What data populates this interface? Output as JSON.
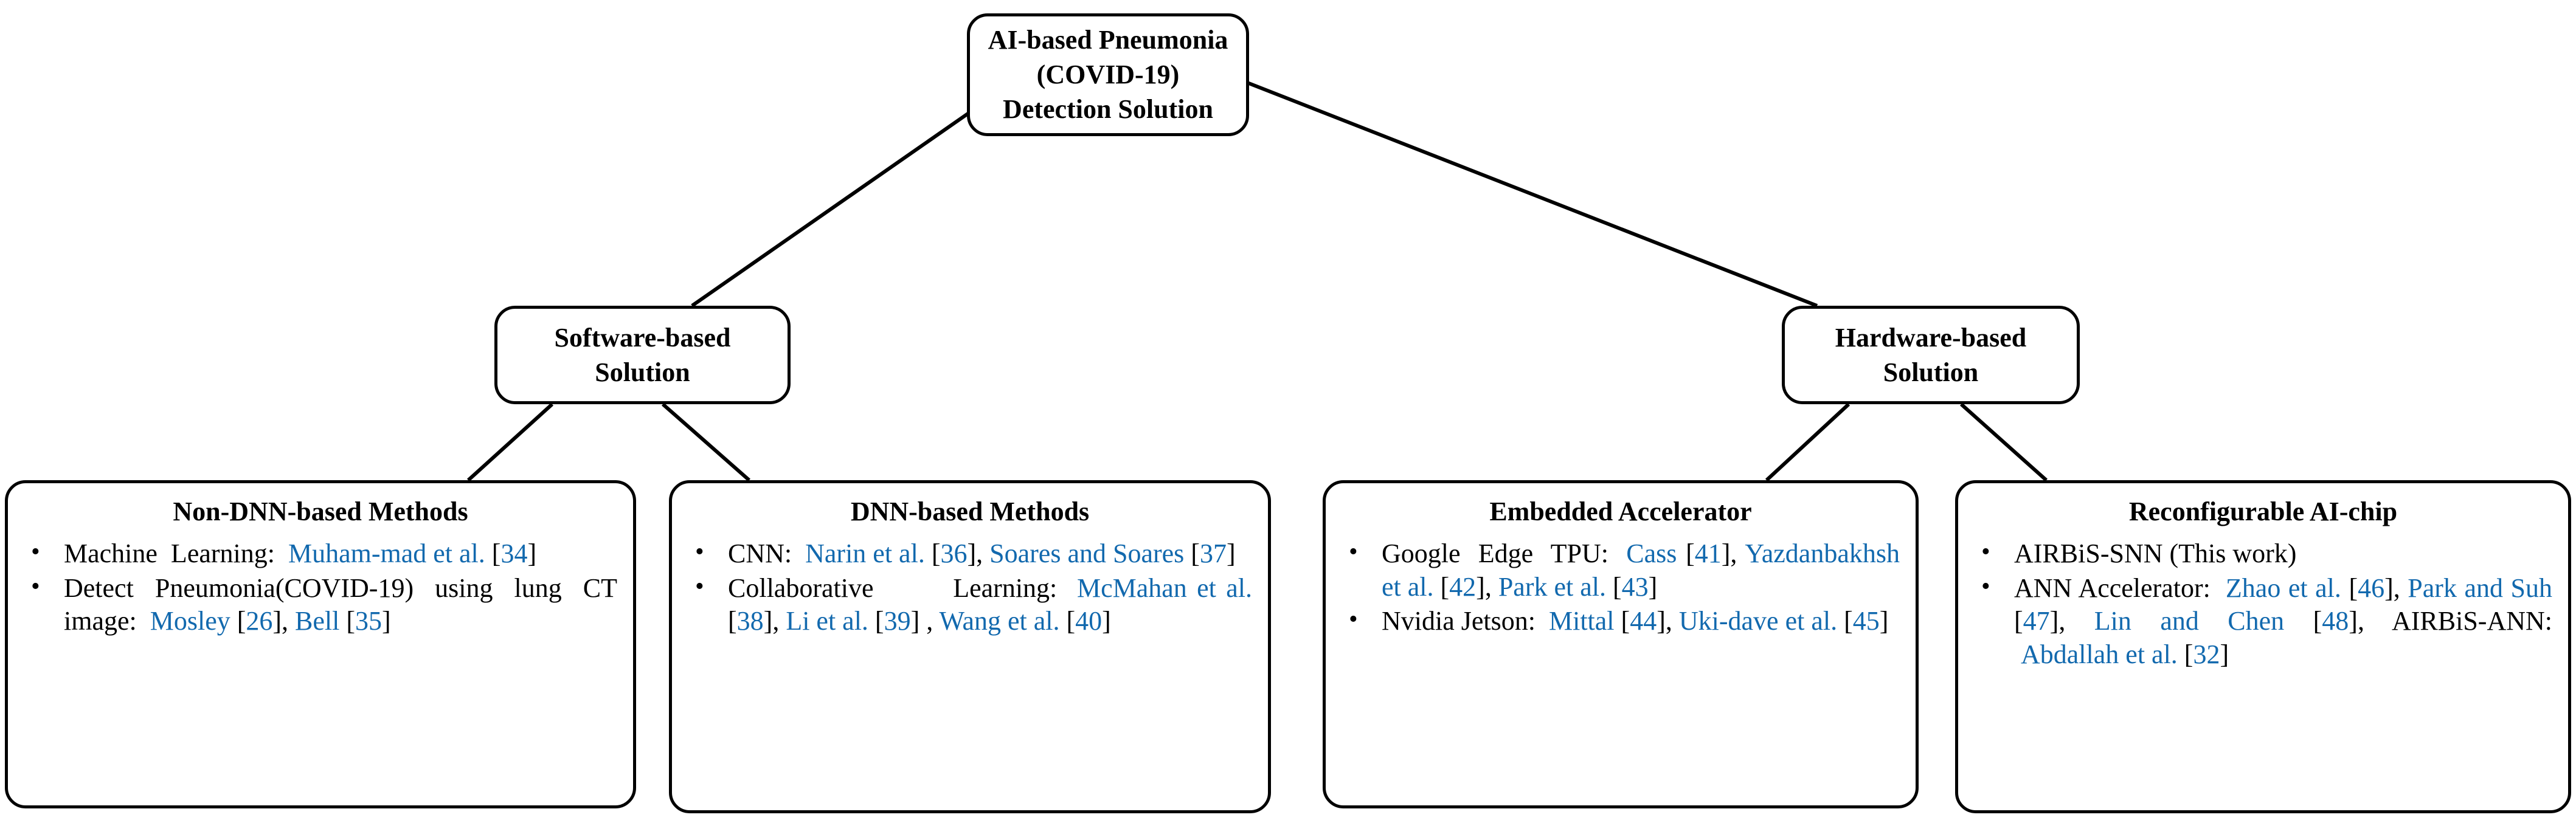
{
  "diagram": {
    "title_root": "AI-based Pneumonia (COVID-19) Detection Solution",
    "accent_citation_color": "#1269ae",
    "line_color": "#000000",
    "background_color": "#ffffff"
  },
  "root": {
    "line1": "AI-based Pneumonia (COVID-19)",
    "line2": "Detection Solution"
  },
  "level2": {
    "software": {
      "line1": "Software-based",
      "line2": "Solution"
    },
    "hardware": {
      "line1": "Hardware-based",
      "line2": "Solution"
    }
  },
  "leaves": {
    "non_dnn": {
      "title": "Non-DNN-based Methods",
      "items": [
        {
          "label": "Machine Learning:",
          "refs": "Muham-mad et al. [34]",
          "plain": "Machine Learning: Muhammad et al. [34]"
        },
        {
          "label": "Detect Pneumonia(COVID-19) using lung CT image:",
          "refs": "Mosley [26], Bell [35]",
          "plain": "Detect Pneumonia(COVID-19) using lung CT image: Mosley [26], Bell [35]"
        }
      ]
    },
    "dnn": {
      "title": "DNN-based Methods",
      "items": [
        {
          "label": "CNN:",
          "refs": "Narin et al. [36], Soares and Soares [37]",
          "plain": "CNN: Narin et al. [36], Soares and Soares [37]"
        },
        {
          "label": "Collaborative Learning:",
          "refs": "McMahan et al. [38], Li et al. [39] , Wang et al. [40]",
          "plain": "Collaborative Learning: McMahan et al. [38], Li et al. [39] , Wang et al. [40]"
        }
      ]
    },
    "embedded": {
      "title": "Embedded Accelerator",
      "items": [
        {
          "label": "Google Edge TPU:",
          "refs": "Cass [41], Yazdanbakhsh et al. [42], Park et al. [43]",
          "plain": "Google Edge TPU: Cass [41], Yazdanbakhsh et al. [42], Park et al. [43]"
        },
        {
          "label": "Nvidia Jetson:",
          "refs": "Mittal [44], Uki-dave et al. [45]",
          "plain": "Nvidia Jetson: Mittal [44], Ukidave et al. [45]"
        }
      ]
    },
    "reconfigurable": {
      "title": "Reconfigurable AI-chip",
      "items": [
        {
          "label": "AIRBiS-SNN (This work)",
          "refs": "",
          "plain": "AIRBiS-SNN (This work)"
        },
        {
          "label": "ANN Accelerator:",
          "refs": "Zhao et al. [46], Park and Suh [47], Lin and Chen [48], AIRBiS-ANN: Abdallah et al. [32]",
          "plain": "ANN Accelerator: Zhao et al. [46], Park and Suh [47], Lin and Chen [48], AIRBiS-ANN: Abdallah et al. [32]"
        }
      ]
    }
  },
  "citations": {
    "c34": "[34]",
    "c26": "[26]",
    "c35": "[35]",
    "c36": "[36]",
    "c37": "[37]",
    "c38": "[38]",
    "c39": "[39]",
    "c40": "[40]",
    "c41": "[41]",
    "c42": "[42]",
    "c43": "[43]",
    "c44": "[44]",
    "c45": "[45]",
    "c46": "[46]",
    "c47": "[47]",
    "c48": "[48]",
    "c32": "[32]"
  },
  "edges": [
    {
      "from": "root",
      "to": "software"
    },
    {
      "from": "root",
      "to": "hardware"
    },
    {
      "from": "software",
      "to": "non-dnn"
    },
    {
      "from": "software",
      "to": "dnn"
    },
    {
      "from": "hardware",
      "to": "embedded"
    },
    {
      "from": "hardware",
      "to": "reconfigurable"
    }
  ]
}
